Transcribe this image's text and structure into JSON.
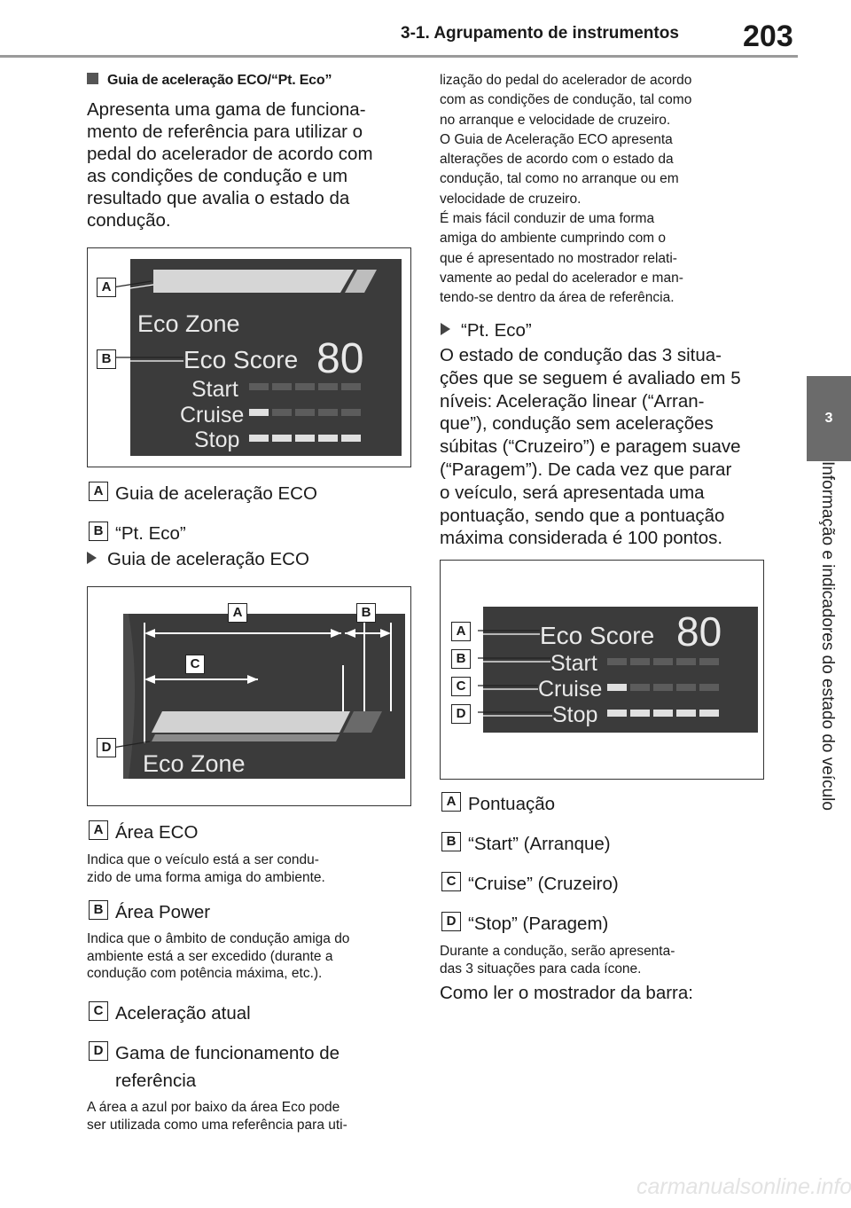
{
  "header": {
    "section": "3-1. Agrupamento de instrumentos",
    "page_number": "203"
  },
  "side_tab": {
    "number": "3",
    "title": "Informação e indicadores do estado do veículo"
  },
  "left": {
    "heading": "Guia de aceleração ECO/“Pt. Eco”",
    "intro": [
      "Apresenta uma gama de funciona-",
      "mento de referência para utilizar o",
      "pedal do acelerador de acordo com",
      "as condições de condução e um",
      "resultado que avalia o estado da",
      "condução."
    ],
    "fig1": {
      "label_a": "A",
      "label_b": "B",
      "eco_zone": "Eco Zone",
      "eco_score": "Eco Score",
      "score": "80",
      "start": "Start",
      "cruise": "Cruise",
      "stop": "Stop"
    },
    "fig1_legend": [
      {
        "key": "A",
        "text": "Guia de aceleração ECO"
      },
      {
        "key": "B",
        "text": "“Pt. Eco”"
      }
    ],
    "subheading": "Guia de aceleração ECO",
    "fig2": {
      "label_a": "A",
      "label_b": "B",
      "label_c": "C",
      "label_d": "D",
      "eco_zone": "Eco Zone"
    },
    "fig2_legend": [
      {
        "key": "A",
        "text": "Área ECO",
        "desc": [
          "Indica que o veículo está a ser condu-",
          "zido de uma forma amiga do ambiente."
        ]
      },
      {
        "key": "B",
        "text": "Área Power",
        "desc": [
          "Indica que o âmbito de condução amiga do",
          "ambiente está a ser excedido (durante a",
          "condução com potência máxima, etc.)."
        ]
      },
      {
        "key": "C",
        "text": "Aceleração atual"
      },
      {
        "key": "D",
        "text": "Gama de funcionamento de",
        "text2": "referência",
        "desc": [
          "A área a azul por baixo da área Eco pode",
          "ser utilizada como uma referência para uti-"
        ]
      }
    ]
  },
  "right": {
    "cont_text": [
      "lização do pedal do acelerador de acordo",
      "com as condições de condução, tal como",
      "no arranque e velocidade de cruzeiro.",
      "O Guia de Aceleração ECO apresenta",
      "alterações de acordo com o estado da",
      "condução, tal como no arranque ou em",
      "velocidade de cruzeiro.",
      "É mais fácil conduzir de uma forma",
      "amiga do ambiente cumprindo com o",
      "que é apresentado no mostrador relati-",
      "vamente ao pedal do acelerador e man-",
      "tendo-se dentro da área de referência."
    ],
    "subheading": "“Pt. Eco”",
    "body": [
      "O estado de condução das 3 situa-",
      "ções que se seguem é avaliado em 5",
      "níveis: Aceleração linear (“Arran-",
      "que”), condução sem acelerações",
      "súbitas (“Cruzeiro”) e paragem suave",
      "(“Paragem”). De cada vez que parar",
      "o veículo, será apresentada uma",
      "pontuação, sendo que a pontuação",
      "máxima considerada é 100 pontos."
    ],
    "fig3": {
      "label_a": "A",
      "label_b": "B",
      "label_c": "C",
      "label_d": "D",
      "eco_score": "Eco Score",
      "score": "80",
      "start": "Start",
      "cruise": "Cruise",
      "stop": "Stop"
    },
    "fig3_legend": [
      {
        "key": "A",
        "text": "Pontuação"
      },
      {
        "key": "B",
        "text": "“Start” (Arranque)"
      },
      {
        "key": "C",
        "text": "“Cruise” (Cruzeiro)"
      },
      {
        "key": "D",
        "text": "“Stop” (Paragem)"
      }
    ],
    "after": [
      "Durante a condução, serão apresenta-",
      "das 3 situações para cada ícone."
    ],
    "final": "Como ler o mostrador da barra:"
  },
  "watermark": "carmanualsonline.info",
  "colors": {
    "screen_bg": "#3b3b3b",
    "bar_on": "#e0e0e0",
    "bar_off": "#5c5c5c"
  },
  "levels": {
    "start": 0,
    "cruise": 1,
    "stop": 5,
    "max": 5
  }
}
